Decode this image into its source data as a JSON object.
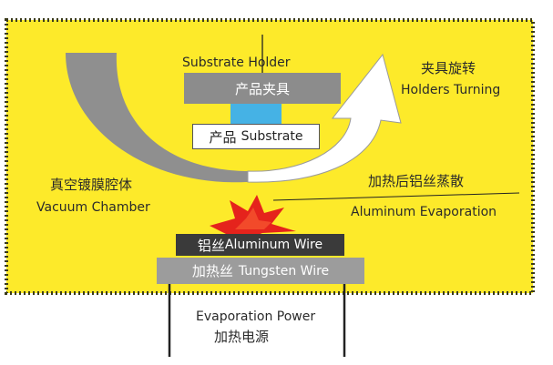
{
  "colors": {
    "chamber_fill": "#fdea2a",
    "chamber_border": "#3a3a1a",
    "holder": "#8c8c8c",
    "substrate_mount": "#45b2e5",
    "aluminum_wire": "#3a3a3a",
    "tungsten_wire": "#9c9c9c",
    "spark": "#e5231c",
    "arc": "#8f8f8f"
  },
  "labels": {
    "substrate_holder_en": "Substrate Holder",
    "holder_zh": "产品夹具",
    "substrate_zh": "产品",
    "substrate_en": "Substrate",
    "holders_turning_zh": "夹具旋转",
    "holders_turning_en": "Holders Turning",
    "chamber_zh": "真空镀膜腔体",
    "chamber_en": "Vacuum Chamber",
    "evaporation_zh": "加热后铝丝蒸散",
    "evaporation_en": "Aluminum Evaporation",
    "al_wire_zh": "铝丝",
    "al_wire_en": "Aluminum Wire",
    "tungsten_zh": "加热丝",
    "tungsten_en": "Tungsten Wire",
    "power_en": "Evaporation Power",
    "power_zh": "加热电源"
  }
}
